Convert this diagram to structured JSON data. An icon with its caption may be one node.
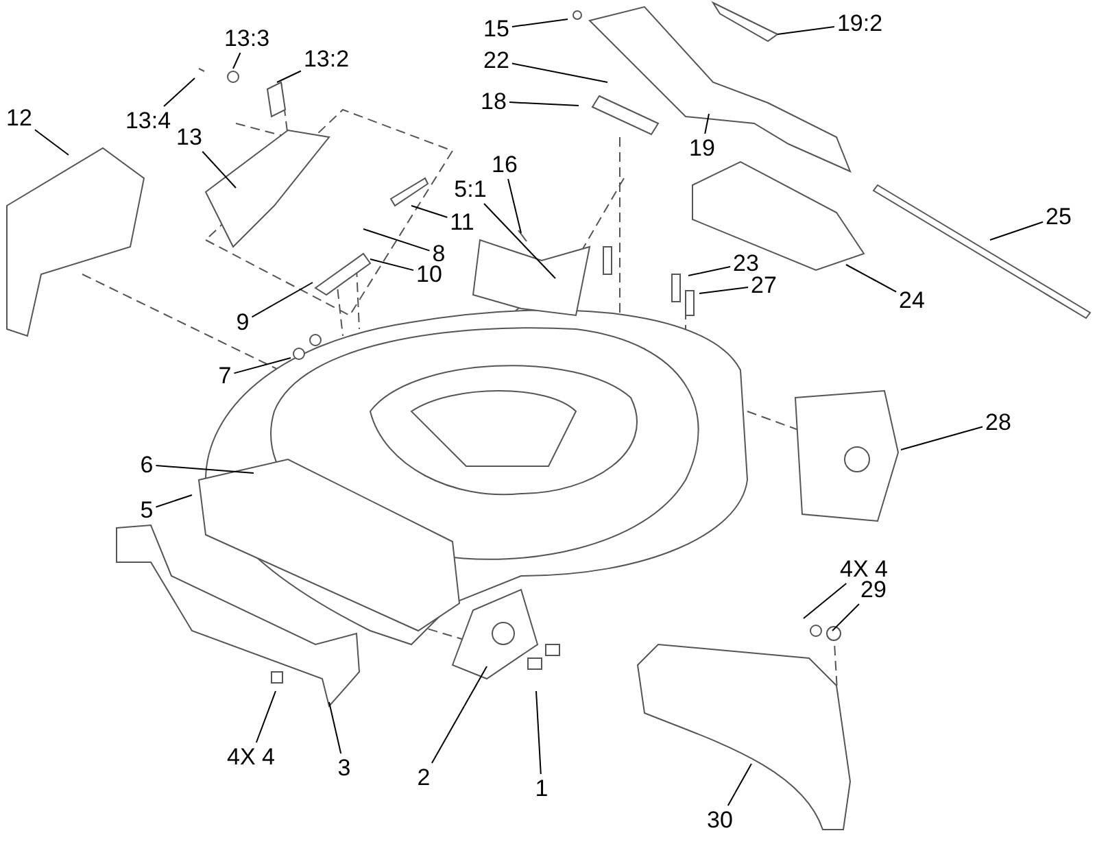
{
  "diagram": {
    "nodes": [
      {
        "text": [
          "13:3"
        ]
      },
      {
        "text": [
          "15"
        ]
      },
      {
        "text": [
          "19:2"
        ]
      },
      {
        "text": [
          "13:2"
        ]
      },
      {
        "text": [
          "22"
        ]
      },
      {
        "text": [
          "18"
        ]
      },
      {
        "text": [
          "13:4"
        ]
      },
      {
        "text": [
          "12"
        ]
      },
      {
        "text": [
          "13"
        ]
      },
      {
        "text": [
          "19"
        ]
      },
      {
        "text": [
          "16"
        ]
      },
      {
        "text": [
          "5:1"
        ]
      },
      {
        "text": [
          "25"
        ]
      },
      {
        "text": [
          "11"
        ]
      },
      {
        "text": [
          "8"
        ]
      },
      {
        "text": [
          "23"
        ]
      },
      {
        "text": [
          "10"
        ]
      },
      {
        "text": [
          "27"
        ]
      },
      {
        "text": [
          "24"
        ]
      },
      {
        "text": [
          "9"
        ]
      },
      {
        "text": [
          "7"
        ]
      },
      {
        "text": [
          "28"
        ]
      },
      {
        "text": [
          "6"
        ]
      },
      {
        "text": [
          "5"
        ]
      },
      {
        "text": [
          "4X 4"
        ]
      },
      {
        "text": [
          "29"
        ]
      },
      {
        "text": [
          "4X 4"
        ]
      },
      {
        "text": [
          "3"
        ]
      },
      {
        "text": [
          "2"
        ]
      },
      {
        "text": [
          "1"
        ]
      },
      {
        "text": [
          "30"
        ]
      }
    ],
    "edges": [
      {
        "from": 0,
        "to": null,
        "arrow": "none"
      },
      {
        "from": 1,
        "to": null,
        "arrow": "none"
      },
      {
        "from": 2,
        "to": null,
        "arrow": "none"
      },
      {
        "from": 3,
        "to": null,
        "arrow": "none"
      },
      {
        "from": 4,
        "to": null,
        "arrow": "none"
      },
      {
        "from": 5,
        "to": null,
        "arrow": "none"
      },
      {
        "from": 6,
        "to": null,
        "arrow": "none"
      },
      {
        "from": 7,
        "to": null,
        "arrow": "none"
      },
      {
        "from": 8,
        "to": null,
        "arrow": "none"
      },
      {
        "from": 9,
        "to": null,
        "arrow": "none"
      },
      {
        "from": 10,
        "to": null,
        "arrow": "none"
      },
      {
        "from": 11,
        "to": null,
        "arrow": "none"
      },
      {
        "from": 12,
        "to": null,
        "arrow": "none"
      },
      {
        "from": 13,
        "to": null,
        "arrow": "none"
      },
      {
        "from": 14,
        "to": null,
        "arrow": "none"
      },
      {
        "from": 15,
        "to": null,
        "arrow": "none"
      },
      {
        "from": 16,
        "to": null,
        "arrow": "none"
      },
      {
        "from": 17,
        "to": null,
        "arrow": "none"
      },
      {
        "from": 18,
        "to": null,
        "arrow": "none"
      },
      {
        "from": 19,
        "to": null,
        "arrow": "none"
      },
      {
        "from": 20,
        "to": null,
        "arrow": "none"
      },
      {
        "from": 21,
        "to": null,
        "arrow": "none"
      },
      {
        "from": 22,
        "to": null,
        "arrow": "none"
      },
      {
        "from": 23,
        "to": null,
        "arrow": "none"
      },
      {
        "from": 24,
        "to": null,
        "arrow": "none"
      },
      {
        "from": 25,
        "to": null,
        "arrow": "none"
      },
      {
        "from": 26,
        "to": null,
        "arrow": "none"
      },
      {
        "from": 27,
        "to": null,
        "arrow": "none"
      },
      {
        "from": 28,
        "to": null,
        "arrow": "none"
      },
      {
        "from": 29,
        "to": null,
        "arrow": "none"
      },
      {
        "from": 30,
        "to": null,
        "arrow": "none"
      }
    ]
  }
}
